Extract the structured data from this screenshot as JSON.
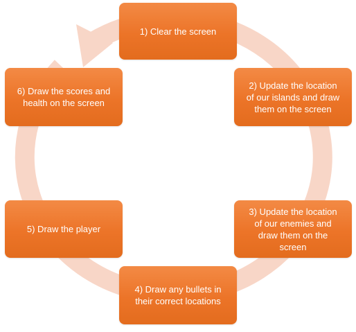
{
  "diagram": {
    "colors": {
      "box": "#ec7428",
      "box_text": "#ffffff",
      "cycle_arrow": "#f8d6c7"
    },
    "steps": [
      {
        "label": "1) Clear the screen"
      },
      {
        "label": "2) Update the location\nof our islands and draw\nthem on the screen"
      },
      {
        "label": "3) Update the location\nof our enemies and\ndraw them on the\nscreen"
      },
      {
        "label": "4) Draw any bullets in\ntheir correct locations"
      },
      {
        "label": "5) Draw the player"
      },
      {
        "label": "6) Draw the scores and\nhealth on the screen"
      }
    ]
  }
}
